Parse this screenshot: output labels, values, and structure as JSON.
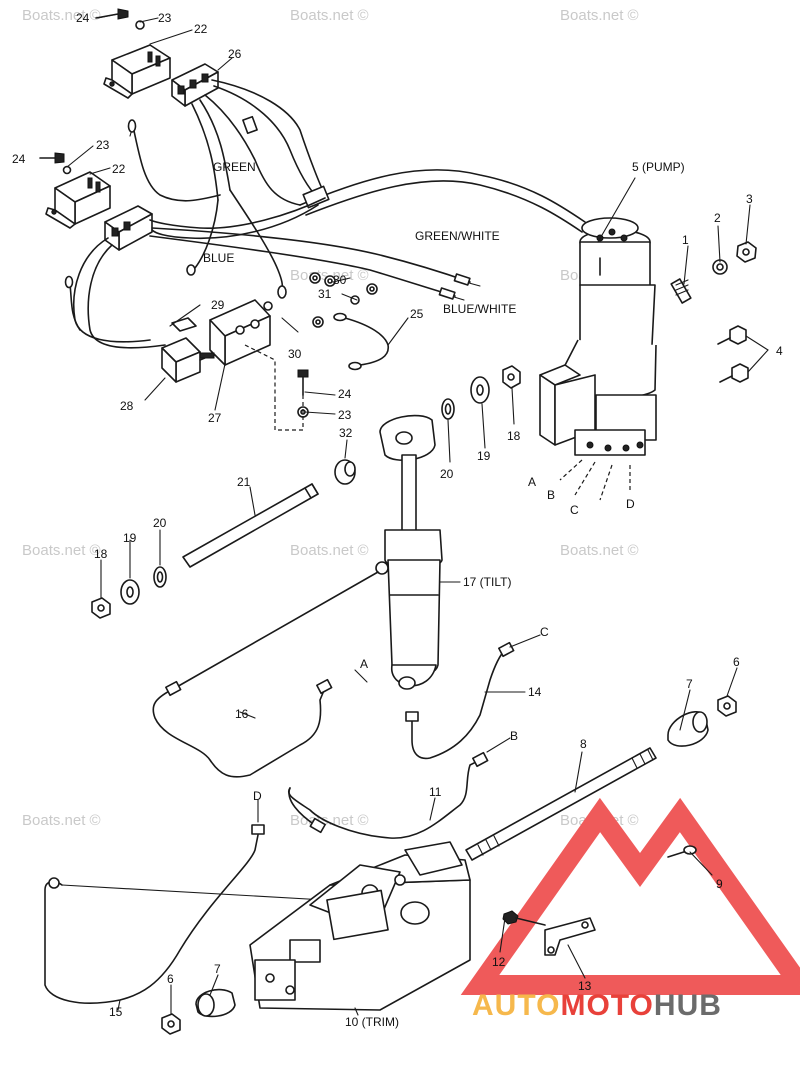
{
  "watermark": {
    "text": "Boats.net ©",
    "color": "#c8c8c8"
  },
  "logo": {
    "part1": "AUTO",
    "part2": "MOTO",
    "part3": "HUB",
    "color_auto": "#f6b84c",
    "color_moto": "#e8413a",
    "color_hub": "#6b6b6b",
    "triangle_color": "#ef5a5a"
  },
  "wire_labels": {
    "green": "GREEN",
    "blue": "BLUE",
    "green_white": "GREEN/WHITE",
    "blue_white": "BLUE/WHITE"
  },
  "component_labels": {
    "pump": "5 (PUMP)",
    "tilt": "17 (TILT)",
    "trim": "10 (TRIM)"
  },
  "connection_letters": [
    "A",
    "B",
    "C",
    "D"
  ],
  "callouts": {
    "n1": "1",
    "n2": "2",
    "n3": "3",
    "n4": "4",
    "n6": "6",
    "n7": "7",
    "n8": "8",
    "n9": "9",
    "n11": "11",
    "n12": "12",
    "n13": "13",
    "n14": "14",
    "n15": "15",
    "n16": "16",
    "n18": "18",
    "n19": "19",
    "n20": "20",
    "n21": "21",
    "n22": "22",
    "n23": "23",
    "n24": "24",
    "n25": "25",
    "n26": "26",
    "n27": "27",
    "n28": "28",
    "n29": "29",
    "n30": "30",
    "n31": "31",
    "n32": "32"
  }
}
